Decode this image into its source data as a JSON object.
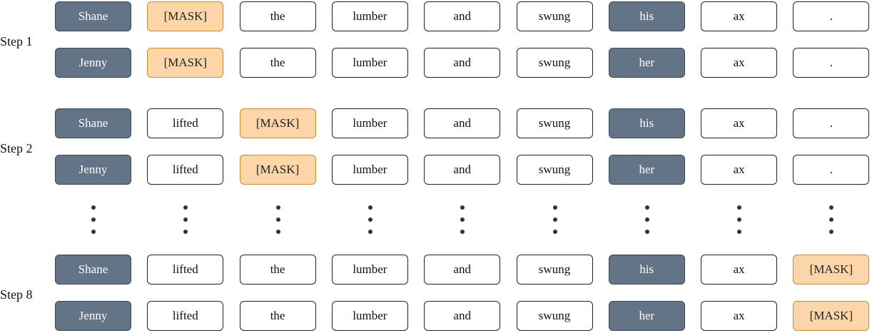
{
  "colors": {
    "entity": "#647487",
    "mask_fill": "#fcd6a9",
    "mask_border": "#cf8a2c"
  },
  "steps": [
    {
      "label": "Step 1",
      "rows": [
        [
          "Shane",
          "[MASK]",
          "the",
          "lumber",
          "and",
          "swung",
          "his",
          "ax",
          "."
        ],
        [
          "Jenny",
          "[MASK]",
          "the",
          "lumber",
          "and",
          "swung",
          "her",
          "ax",
          "."
        ]
      ]
    },
    {
      "label": "Step 2",
      "rows": [
        [
          "Shane",
          "lifted",
          "[MASK]",
          "lumber",
          "and",
          "swung",
          "his",
          "ax",
          "."
        ],
        [
          "Jenny",
          "lifted",
          "[MASK]",
          "lumber",
          "and",
          "swung",
          "her",
          "ax",
          "."
        ]
      ]
    },
    {
      "label": "Step 8",
      "rows": [
        [
          "Shane",
          "lifted",
          "the",
          "lumber",
          "and",
          "swung",
          "his",
          "ax",
          "[MASK]"
        ],
        [
          "Jenny",
          "lifted",
          "the",
          "lumber",
          "and",
          "swung",
          "her",
          "ax",
          "[MASK]"
        ]
      ]
    }
  ],
  "entity_columns": [
    0,
    6
  ]
}
